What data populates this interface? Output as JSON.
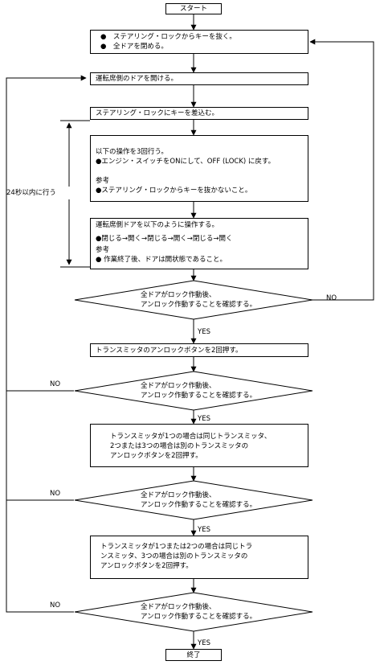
{
  "start": "スタート",
  "step1": [
    "●　ステアリング・ロックからキーを抜く。",
    "●　全ドアを閉める。"
  ],
  "step2": "運転席側のドアを開ける。",
  "step3": "ステアリング・ロックにキーを差込む。",
  "step4": {
    "title": "以下の操作を3回行う。",
    "action": "●エンジン・スイッチをONにして、OFF (LOCK) に戻す。",
    "note_title": "参考",
    "note": "●ステアリング・ロックからキーを抜かないこと。"
  },
  "step5": {
    "title": "運転席側ドアを以下のように操作する。",
    "action": "●閉じる→開く→閉じる→開く→閉じる→開く",
    "note_title": "参考",
    "note": "● 作業終了後、ドアは開状態であること。"
  },
  "time_limit": "24秒以内に行う",
  "check": [
    "全ドアがロック作動後、",
    "アンロック作動することを確認する。"
  ],
  "yes": "YES",
  "no": "NO",
  "step6": "トランスミッタのアンロックボタンを2回押す。",
  "step7": [
    "トランスミッタが1つの場合は同じトランスミッタ、",
    "2つまたは3つの場合は別のトランスミッタの",
    "アンロックボタンを2回押す。"
  ],
  "step8": [
    "トランスミッタが1つまたは2つの場合は同じトラ",
    "ンスミッタ、3つの場合は別のトランスミッタの",
    "アンロックボタンを2回押す。"
  ],
  "end": "終了"
}
